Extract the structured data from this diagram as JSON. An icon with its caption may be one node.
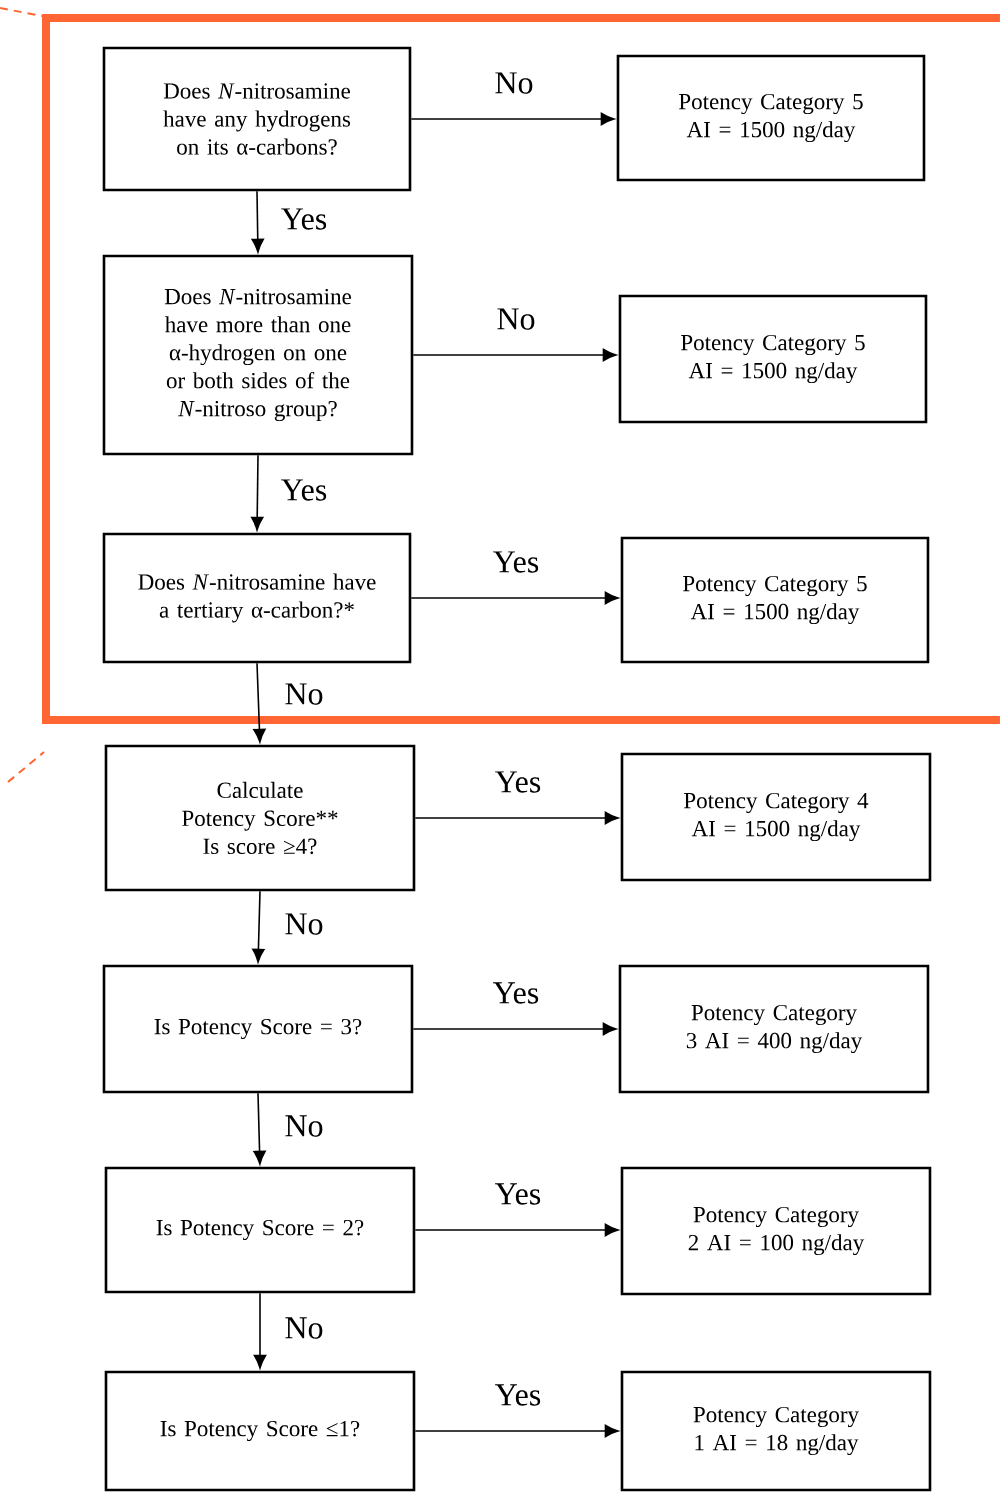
{
  "diagram": {
    "nodes": [
      {
        "text": [
          "Does *N*-nitrosamine have any hydrogens on its α-carbons?"
        ]
      },
      {
        "text": [
          "Potency Category 5 AI = 1500 ng/day"
        ]
      },
      {
        "text": [
          "Does *N*-nitrosamine have more than one α-hydrogen on one or both sides of the *N*-nitroso group?"
        ]
      },
      {
        "text": [
          "Potency Category 5 AI = 1500 ng/day"
        ]
      },
      {
        "text": [
          "Does *N*-nitrosamine have a tertiary α-carbon?*"
        ]
      },
      {
        "text": [
          "Potency Category 5 AI = 1500 ng/day"
        ]
      },
      {
        "text": [
          "Calculate Potency Score**",
          "Is score ≥4?"
        ]
      },
      {
        "text": [
          "Potency Category 4 AI = 1500 ng/day"
        ]
      },
      {
        "text": [
          "Is Potency Score = 3?"
        ]
      },
      {
        "text": [
          "Potency Category 3 AI = 400 ng/day"
        ]
      },
      {
        "text": [
          "Is Potency Score = 2?"
        ]
      },
      {
        "text": [
          "Potency Category 2 AI = 100 ng/day"
        ]
      },
      {
        "text": [
          "Is Potency Score ≤1?"
        ]
      },
      {
        "text": [
          "Potency Category 1 AI = 18 ng/day"
        ]
      }
    ],
    "edges": [
      {
        "from": 0,
        "to": 1,
        "arrow": "to",
        "label": "No"
      },
      {
        "from": 0,
        "to": 2,
        "arrow": "to",
        "label": "Yes"
      },
      {
        "from": 2,
        "to": 3,
        "arrow": "to",
        "label": "No"
      },
      {
        "from": 2,
        "to": 4,
        "arrow": "to",
        "label": "Yes"
      },
      {
        "from": 4,
        "to": 5,
        "arrow": "to",
        "label": "Yes"
      },
      {
        "from": 4,
        "to": 6,
        "arrow": "to",
        "label": "No"
      },
      {
        "from": 6,
        "to": 7,
        "arrow": "to",
        "label": "Yes"
      },
      {
        "from": 6,
        "to": 8,
        "arrow": "to",
        "label": "No"
      },
      {
        "from": 8,
        "to": 9,
        "arrow": "to",
        "label": "Yes"
      },
      {
        "from": 8,
        "to": 10,
        "arrow": "to",
        "label": "No"
      },
      {
        "from": 10,
        "to": 11,
        "arrow": "to",
        "label": "Yes"
      },
      {
        "from": 10,
        "to": 12,
        "arrow": "to",
        "label": "No"
      },
      {
        "from": 12,
        "to": 13,
        "arrow": "to",
        "label": "Yes"
      }
    ]
  }
}
